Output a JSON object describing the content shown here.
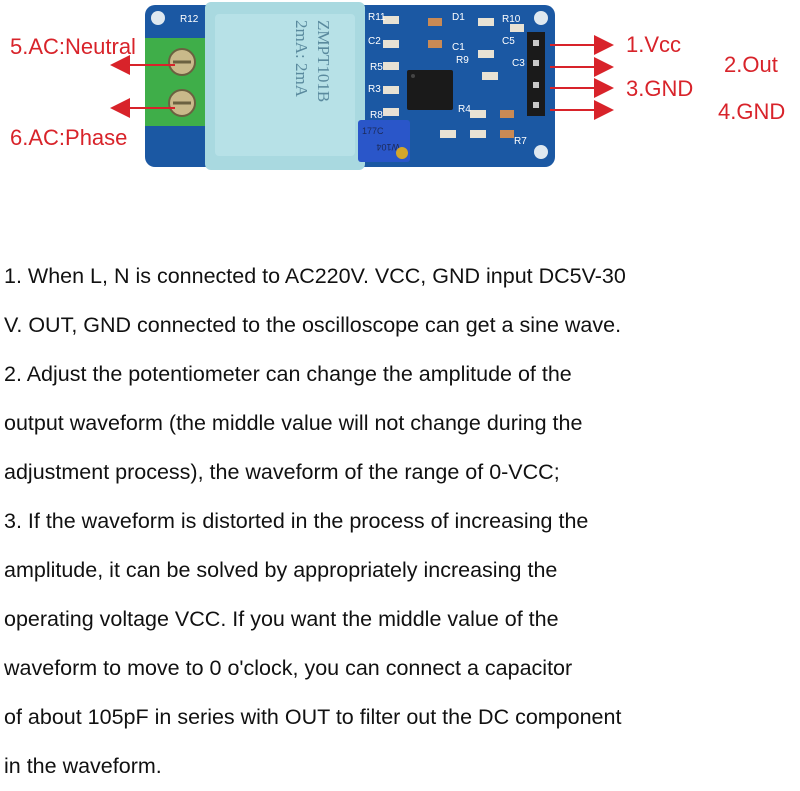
{
  "diagram": {
    "module_label": "ZMPT101B",
    "rating_label": "2mA: 2mA",
    "pot_top_label": "177C",
    "pot_code": "W104",
    "silk": {
      "r12": "R12",
      "r11": "R11",
      "d1": "D1",
      "r10": "R10",
      "c5": "C5",
      "c2": "C2",
      "c1": "C1",
      "r9": "R9",
      "c3": "C3",
      "r5": "R5",
      "r3": "R3",
      "r4": "R4",
      "r8": "R8",
      "r7": "R7"
    },
    "pins": {
      "vcc": "1.Vcc",
      "out": "2.Out",
      "gnd1": "3.GND",
      "gnd2": "4.GND",
      "neutral": "5.AC:Neutral",
      "phase": "6.AC:Phase"
    },
    "colors": {
      "arrow": "#d8232a",
      "board": "#1b58a3",
      "transformer": "#a9d9e0",
      "terminal": "#3fae49"
    }
  },
  "instructions": {
    "lines": [
      "1. When L, N is connected to AC220V. VCC, GND input DC5V-30",
      "V. OUT, GND connected to the oscilloscope can get a sine wave.",
      "2. Adjust the potentiometer can change the amplitude of the",
      "output waveform (the middle value will not change during the",
      "adjustment process), the waveform of the range of 0-VCC;",
      "3. If the waveform is distorted in the process of increasing the",
      "amplitude, it can be solved by appropriately increasing the",
      "operating voltage VCC. If you want the middle value of the",
      "waveform to move to 0 o'clock, you can connect a capacitor",
      "of about 105pF in series with OUT to filter out the DC component",
      " in the waveform."
    ]
  }
}
